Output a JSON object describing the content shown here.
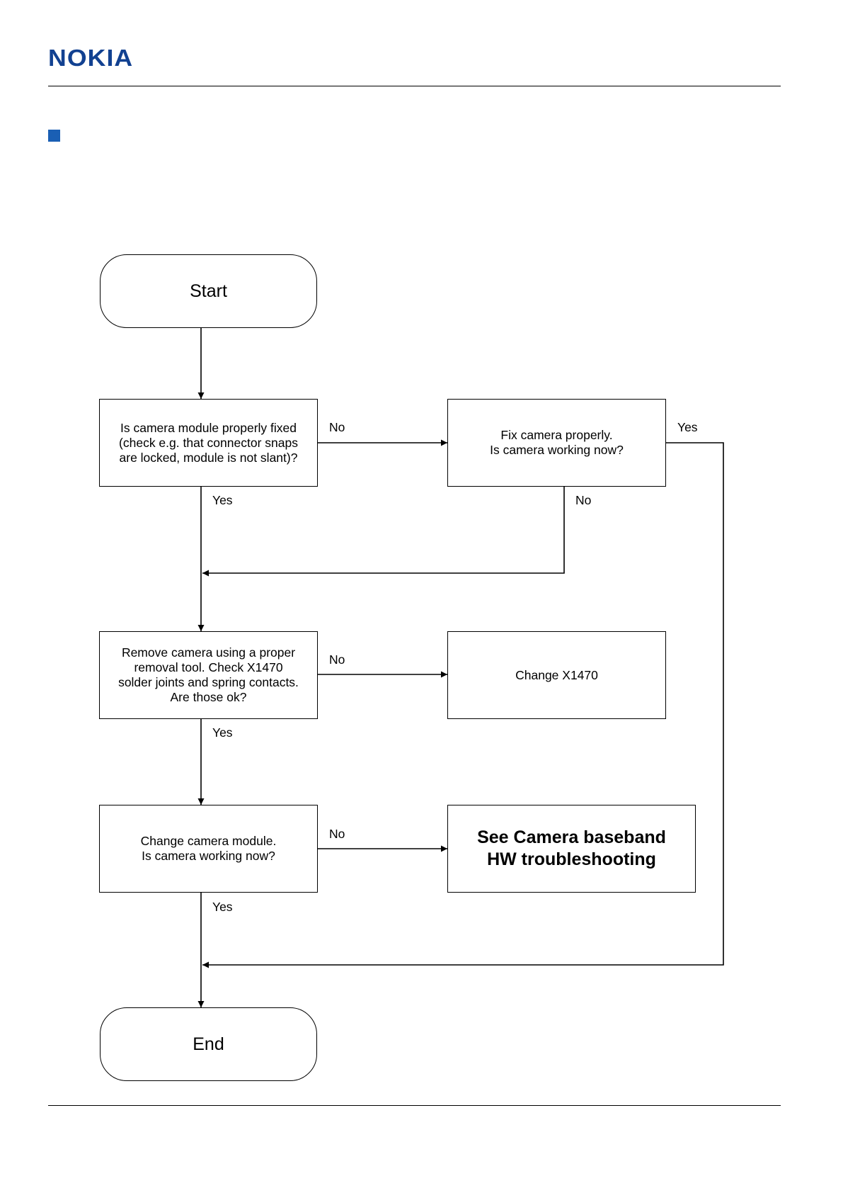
{
  "brand": {
    "logo_text": "NOKIA",
    "logo_color": "#124191",
    "bullet_color": "#1a5fb4"
  },
  "flowchart": {
    "nodes": {
      "start": "Start",
      "q_fixed": "Is camera module properly fixed\n(check e.g. that connector snaps\nare locked, module is not slant)?",
      "fix_camera": "Fix camera properly.\nIs camera working now?",
      "q_remove": "Remove camera using a proper\nremoval tool. Check X1470\nsolder joints and spring contacts.\nAre those ok?",
      "change_x1470": "Change X1470",
      "change_module": "Change camera module.\nIs camera working now?",
      "see_baseband": "See Camera baseband\nHW troubleshooting",
      "end": "End"
    },
    "labels": {
      "fixed_no": "No",
      "fixed_yes": "Yes",
      "fix_yes": "Yes",
      "fix_no": "No",
      "remove_no": "No",
      "remove_yes": "Yes",
      "module_no": "No",
      "module_yes": "Yes"
    }
  }
}
